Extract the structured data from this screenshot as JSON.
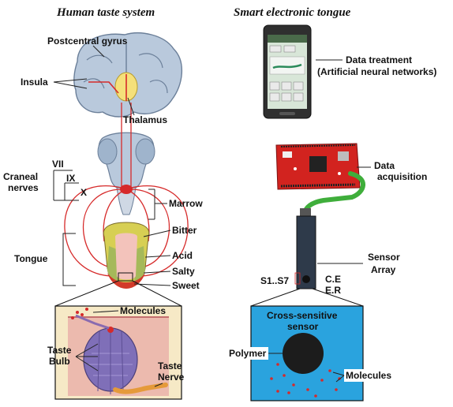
{
  "left": {
    "title": "Human taste system",
    "labels": {
      "postcentral_gyrus": "Postcentral gyrus",
      "insula": "Insula",
      "thalamus": "Thalamus",
      "nerve_vii": "VII",
      "nerve_ix": "IX",
      "nerve_x": "X",
      "craneal": "Craneal",
      "nerves": "nerves",
      "marrow": "Marrow",
      "tongue": "Tongue",
      "bitter": "Bitter",
      "acid": "Acid",
      "salty": "Salty",
      "sweet": "Sweet",
      "molecules": "Molecules",
      "taste": "Taste",
      "bulb": "Bulb",
      "taste2": "Taste",
      "nerve": "Nerve"
    }
  },
  "right": {
    "title": "Smart electronic tongue",
    "labels": {
      "data_treatment": "Data treatment",
      "ann": "(Artificial neural networks)",
      "data": "Data",
      "acquisition": "acquisition",
      "sensor": "Sensor",
      "array": "Array",
      "s1s7": "S1..S7",
      "ce": "C.E",
      "er": "E.R",
      "cross_sensitive": "Cross-sensitive",
      "sensor2": "sensor",
      "polymer": "Polymer",
      "molecules": "Molecules"
    }
  },
  "colors": {
    "brain": "#b9c9dc",
    "thalamus": "#f5e07a",
    "nerve": "#d62a2a",
    "tongue": "#f3c3bb",
    "tongue_bitter": "#d7cf53",
    "tongue_acid": "#a5b95a",
    "tongue_tip": "#d23a2a",
    "sensor_bg": "#2aa3de",
    "board": "#d2231f",
    "cable": "#3fae3b",
    "phone": "#2f2f2f"
  }
}
